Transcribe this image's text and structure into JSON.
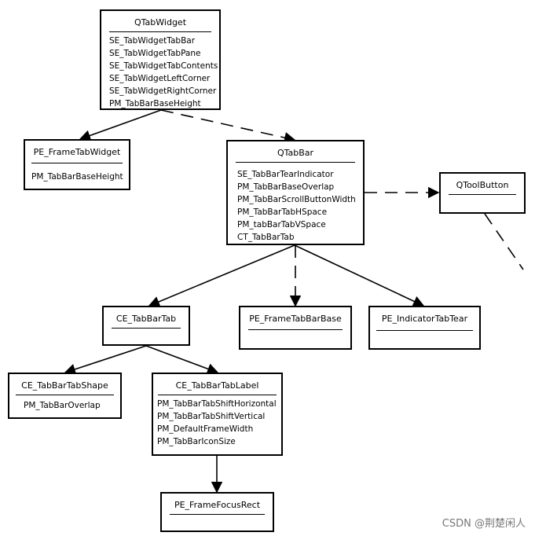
{
  "nodes": {
    "qtabwidget": {
      "title": "QTabWidget",
      "items": [
        "SE_TabWidgetTabBar",
        "SE_TabWidgetTabPane",
        "SE_TabWidgetTabContents",
        "SE_TabWidgetLeftCorner",
        "SE_TabWidgetRightCorner",
        "PM_TabBarBaseHeight"
      ]
    },
    "pe_frametabwidget": {
      "title": "PE_FrameTabWidget",
      "items": [
        "PM_TabBarBaseHeight"
      ]
    },
    "qtabbar": {
      "title": "QTabBar",
      "items": [
        "SE_TabBarTearIndicator",
        "PM_TabBarBaseOverlap",
        "PM_TabBarScrollButtonWidth",
        "PM_TabBarTabHSpace",
        "PM_tabBarTabVSpace",
        "CT_TabBarTab"
      ]
    },
    "qtoolbutton": {
      "title": "QToolButton",
      "items": []
    },
    "ce_tabbartab": {
      "title": "CE_TabBarTab",
      "items": []
    },
    "pe_frametabbarbase": {
      "title": "PE_FrameTabBarBase",
      "items": []
    },
    "pe_indicatortabtear": {
      "title": "PE_IndicatorTabTear",
      "items": []
    },
    "ce_tabbartabshape": {
      "title": "CE_TabBarTabShape",
      "items": [
        "PM_TabBarOverlap"
      ]
    },
    "ce_tabbartablabel": {
      "title": "CE_TabBarTabLabel",
      "items": [
        "PM_TabBarTabShiftHorizontal",
        "PM_TabBarTabShiftVertical",
        "PM_DefaultFrameWidth",
        "PM_TabBarIconSize"
      ]
    },
    "pe_framefocusrect": {
      "title": "PE_FrameFocusRect",
      "items": []
    }
  },
  "edges": [
    {
      "from": "qtabwidget",
      "to": "pe_frametabwidget",
      "style": "solid"
    },
    {
      "from": "qtabwidget",
      "to": "qtabbar",
      "style": "dashed"
    },
    {
      "from": "qtabbar",
      "to": "qtoolbutton",
      "style": "dashed"
    },
    {
      "from": "qtoolbutton",
      "to": "",
      "style": "dashed"
    },
    {
      "from": "qtabbar",
      "to": "ce_tabbartab",
      "style": "solid"
    },
    {
      "from": "qtabbar",
      "to": "pe_frametabbarbase",
      "style": "dashed"
    },
    {
      "from": "qtabbar",
      "to": "pe_indicatortabtear",
      "style": "solid"
    },
    {
      "from": "ce_tabbartab",
      "to": "ce_tabbartabshape",
      "style": "solid"
    },
    {
      "from": "ce_tabbartab",
      "to": "ce_tabbartablabel",
      "style": "solid"
    },
    {
      "from": "ce_tabbartablabel",
      "to": "pe_framefocusrect",
      "style": "solid"
    }
  ],
  "watermark": "CSDN @荆楚闲人",
  "colors": {
    "line": "#000000",
    "background": "#ffffff",
    "watermark": "#777777"
  }
}
